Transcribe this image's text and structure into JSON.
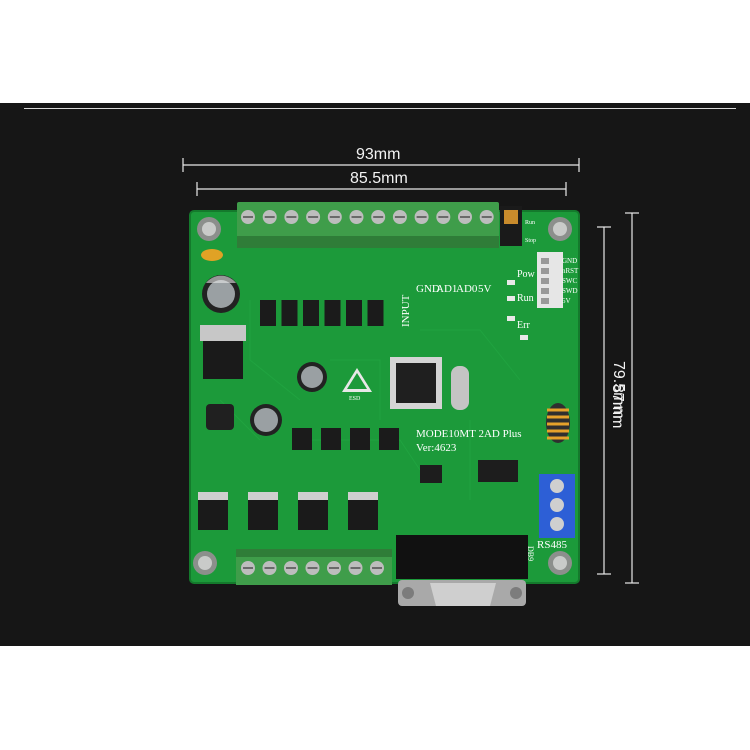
{
  "dimensions": {
    "width_outer": "93mm",
    "width_inner": "85.5mm",
    "height_outer": "87mm",
    "height_inner": "79.5mm"
  },
  "board": {
    "model_label": "MODE10MT 2AD Plus",
    "version_label": "Ver:4623",
    "input_label": "INPUT",
    "esd_label": "ESD",
    "rs485_label": "RS485",
    "analog_labels": [
      "GND",
      "AD1",
      "AD0",
      "5V"
    ],
    "switch_labels": [
      "Run",
      "Stop"
    ],
    "led_labels": [
      "Pow",
      "Run",
      "Err"
    ],
    "header_labels": [
      "GND",
      "nRST",
      "SWC",
      "SWD",
      "5V"
    ],
    "db9_label": "DB9",
    "colors": {
      "pcb": "#1c9a3a",
      "terminal": "#3f9d4a",
      "background": "#161616"
    }
  }
}
